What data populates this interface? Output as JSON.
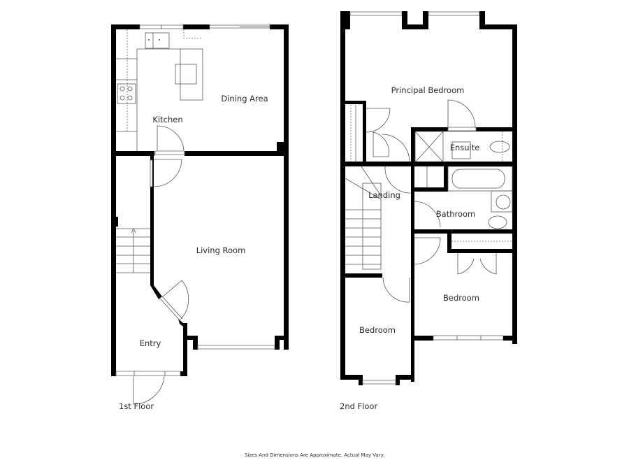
{
  "floors": [
    {
      "label": "1st Floor",
      "rooms": [
        {
          "name": "Kitchen"
        },
        {
          "name": "Dining Area"
        },
        {
          "name": "Living Room"
        },
        {
          "name": "Entry"
        }
      ]
    },
    {
      "label": "2nd Floor",
      "rooms": [
        {
          "name": "Principal Bedroom"
        },
        {
          "name": "Ensuite"
        },
        {
          "name": "Landing"
        },
        {
          "name": "Bathroom"
        },
        {
          "name": "Bedroom"
        },
        {
          "name": "Bedroom"
        }
      ]
    }
  ],
  "footer": {
    "disclaimer": "Sizes And Dimensions Are Approximate. Actual May Vary."
  }
}
